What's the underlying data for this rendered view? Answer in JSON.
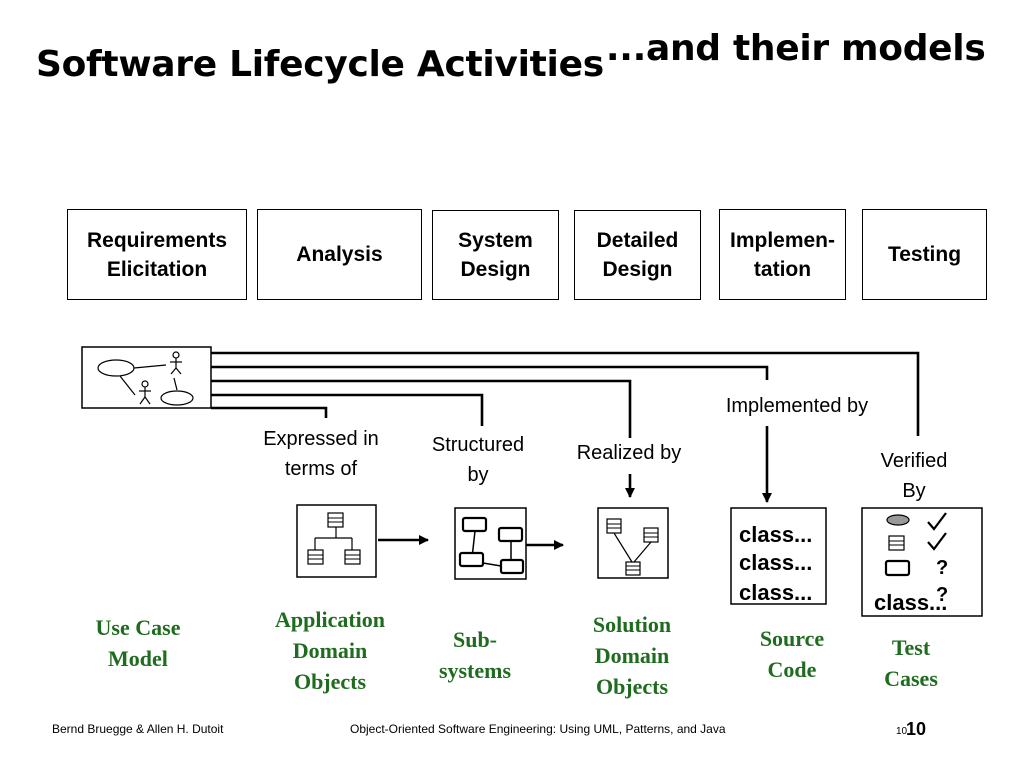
{
  "slide": {
    "title_part1": "Software Lifecycle Activities",
    "title_part2": "...and their models"
  },
  "phases": [
    {
      "id": "requirements",
      "label": "Requirements\nElicitation"
    },
    {
      "id": "analysis",
      "label": "Analysis"
    },
    {
      "id": "system-design",
      "label": "System\nDesign"
    },
    {
      "id": "detailed-design",
      "label": "Detailed\nDesign"
    },
    {
      "id": "implementation",
      "label": "Implemen-\ntation"
    },
    {
      "id": "testing",
      "label": "Testing"
    }
  ],
  "relations": {
    "expressed": "Expressed in\nterms of",
    "structured": "Structured\nby",
    "realized": "Realized by",
    "implemented": "Implemented by",
    "verified": "Verified\nBy"
  },
  "models": {
    "use_case": "Use Case\nModel",
    "application": "Application\nDomain\nObjects",
    "subsystems": "Sub-\nsystems",
    "solution": "Solution\nDomain\nObjects",
    "source": "Source\nCode",
    "test": "Test\nCases"
  },
  "source_code": [
    "class...",
    "class...",
    "class..."
  ],
  "test_cases": {
    "question1": "?",
    "question2": "?",
    "class_text": "class...",
    "check_icon": "check-icon"
  },
  "colors": {
    "model_label": "#1f6b1f",
    "lines": "#000000"
  },
  "footer": {
    "authors": "Bernd Bruegge & Allen H. Dutoit",
    "book": "Object-Oriented Software Engineering: Using UML, Patterns, and Java",
    "page_small": "10",
    "page_big": "10"
  }
}
